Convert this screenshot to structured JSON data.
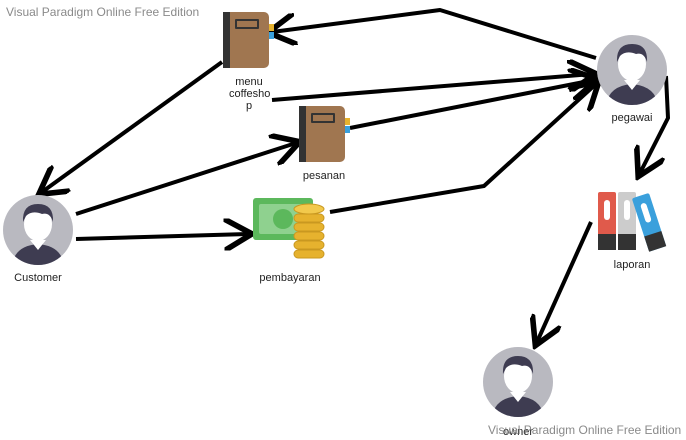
{
  "watermark_top": "Visual Paradigm Online Free Edition",
  "watermark_bottom": "Visual Paradigm Online Free Edition",
  "nodes": {
    "customer": "Customer",
    "pegawai": "pegawai",
    "owner": "owner",
    "menu": "menu coffesho p",
    "pesanan": "pesanan",
    "pembayaran": "pembayaran",
    "laporan": "laporan"
  },
  "colors": {
    "actor_bg": "#b9b9c0",
    "actor_dark": "#3e3c51",
    "book": "#a07650",
    "book_spine": "#333333",
    "money": "#5cb85c",
    "coin": "#e6b22e",
    "binder_red": "#e05a4b",
    "binder_grey": "#cccccc",
    "binder_blue": "#3aa0dc",
    "arrow": "#000000"
  }
}
